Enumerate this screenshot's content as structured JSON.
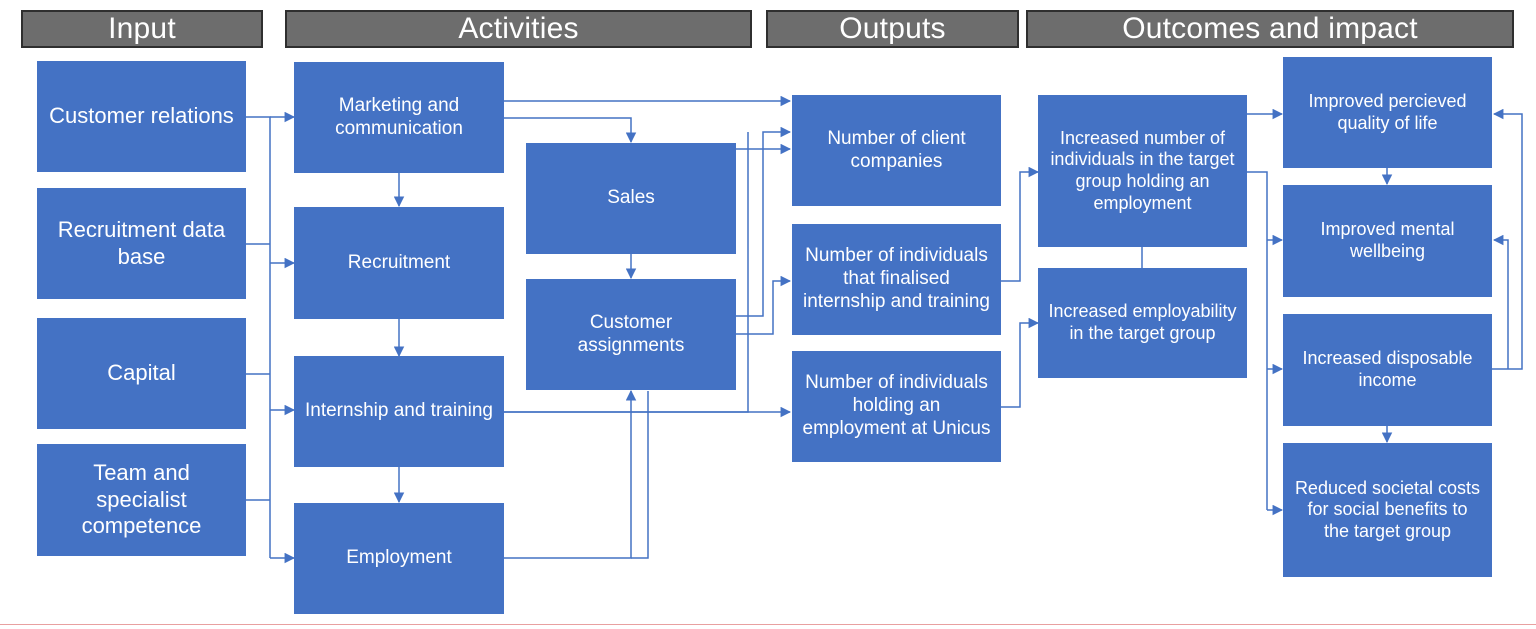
{
  "headers": {
    "input": "Input",
    "activities": "Activities",
    "outputs": "Outputs",
    "outcomes": "Outcomes and impact"
  },
  "boxes": {
    "customer_relations": "Customer relations",
    "recruitment_database": "Recruitment data base",
    "capital": "Capital",
    "team_competence": "Team and specialist competence",
    "marketing": "Marketing and communication",
    "recruitment": "Recruitment",
    "internship": "Internship and training",
    "employment": "Employment",
    "sales": "Sales",
    "customer_assignments": "Customer assignments",
    "client_companies": "Number of client companies",
    "finalised_internship": "Number of individuals that finalised internship and training",
    "employment_unicus": "Number of individuals holding an employment at Unicus",
    "increased_employment": "Increased number of individuals in the target group holding an employment",
    "increased_employability": "Increased employability in the target group",
    "quality_of_life": "Improved percieved quality of life",
    "mental_wellbeing": "Improved mental wellbeing",
    "disposable_income": "Increased disposable income",
    "societal_costs": "Reduced societal costs for social benefits to the target group"
  },
  "colors": {
    "box": "#4472c4",
    "header": "#6d6d6d",
    "connector": "#4472c4"
  }
}
